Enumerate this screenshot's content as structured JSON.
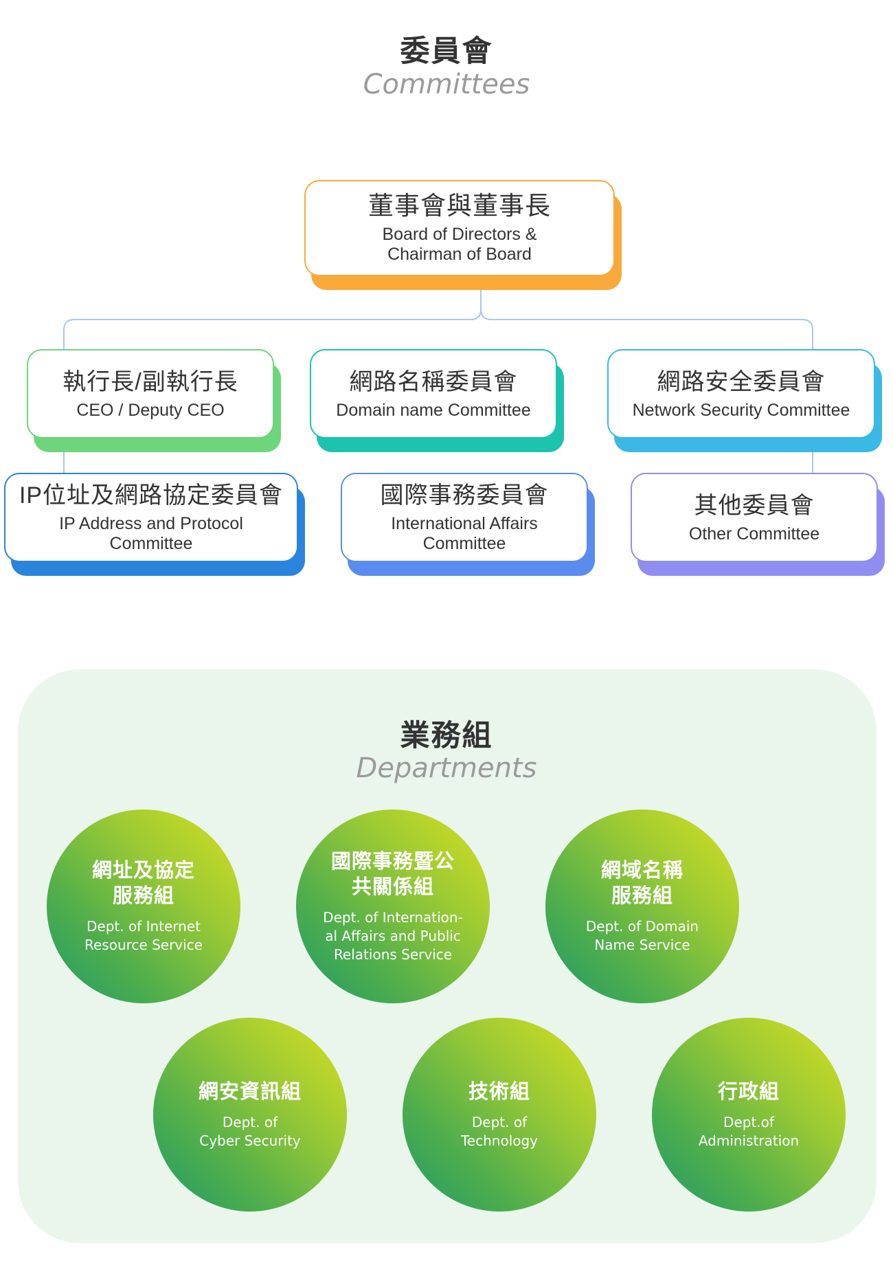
{
  "committees": {
    "title_zh": "委員會",
    "title_en": "Committees",
    "board": {
      "zh": "董事會與董事長",
      "en": "Board of Directors &\nChairman of Board"
    },
    "nodes": [
      {
        "zh": "執行長/副執行長",
        "en": "CEO / Deputy CEO"
      },
      {
        "zh": "網路名稱委員會",
        "en": "Domain name Committee"
      },
      {
        "zh": "網路安全委員會",
        "en": "Network Security Committee"
      },
      {
        "zh": "IP位址及網路協定委員會",
        "en": "IP Address and Protocol\nCommittee"
      },
      {
        "zh": "國際事務委員會",
        "en": "International Affairs\nCommittee"
      },
      {
        "zh": "其他委員會",
        "en": "Other Committee"
      }
    ]
  },
  "departments": {
    "title_zh": "業務組",
    "title_en": "Departments",
    "items": [
      {
        "zh": "網址及協定\n服務組",
        "en": "Dept. of Internet\nResource Service"
      },
      {
        "zh": "國際事務暨公\n共關係組",
        "en": "Dept. of Internation-\nal Affairs and Public\nRelations Service"
      },
      {
        "zh": "網域名稱\n服務組",
        "en": "Dept. of Domain\nName Service"
      },
      {
        "zh": "網安資訊組",
        "en": "Dept. of\nCyber Security"
      },
      {
        "zh": "技術組",
        "en": "Dept. of\nTechnology"
      },
      {
        "zh": "行政組",
        "en": "Dept.of\nAdministration"
      }
    ]
  },
  "colors": {
    "board": "#f8a93a",
    "ceo": "#6dd57a",
    "domain": "#1cc3ad",
    "security": "#3ab8e6",
    "ip": "#2a84dc",
    "international": "#5a8cf0",
    "other": "#8f8ef0",
    "connector": "#a9c8ea"
  }
}
